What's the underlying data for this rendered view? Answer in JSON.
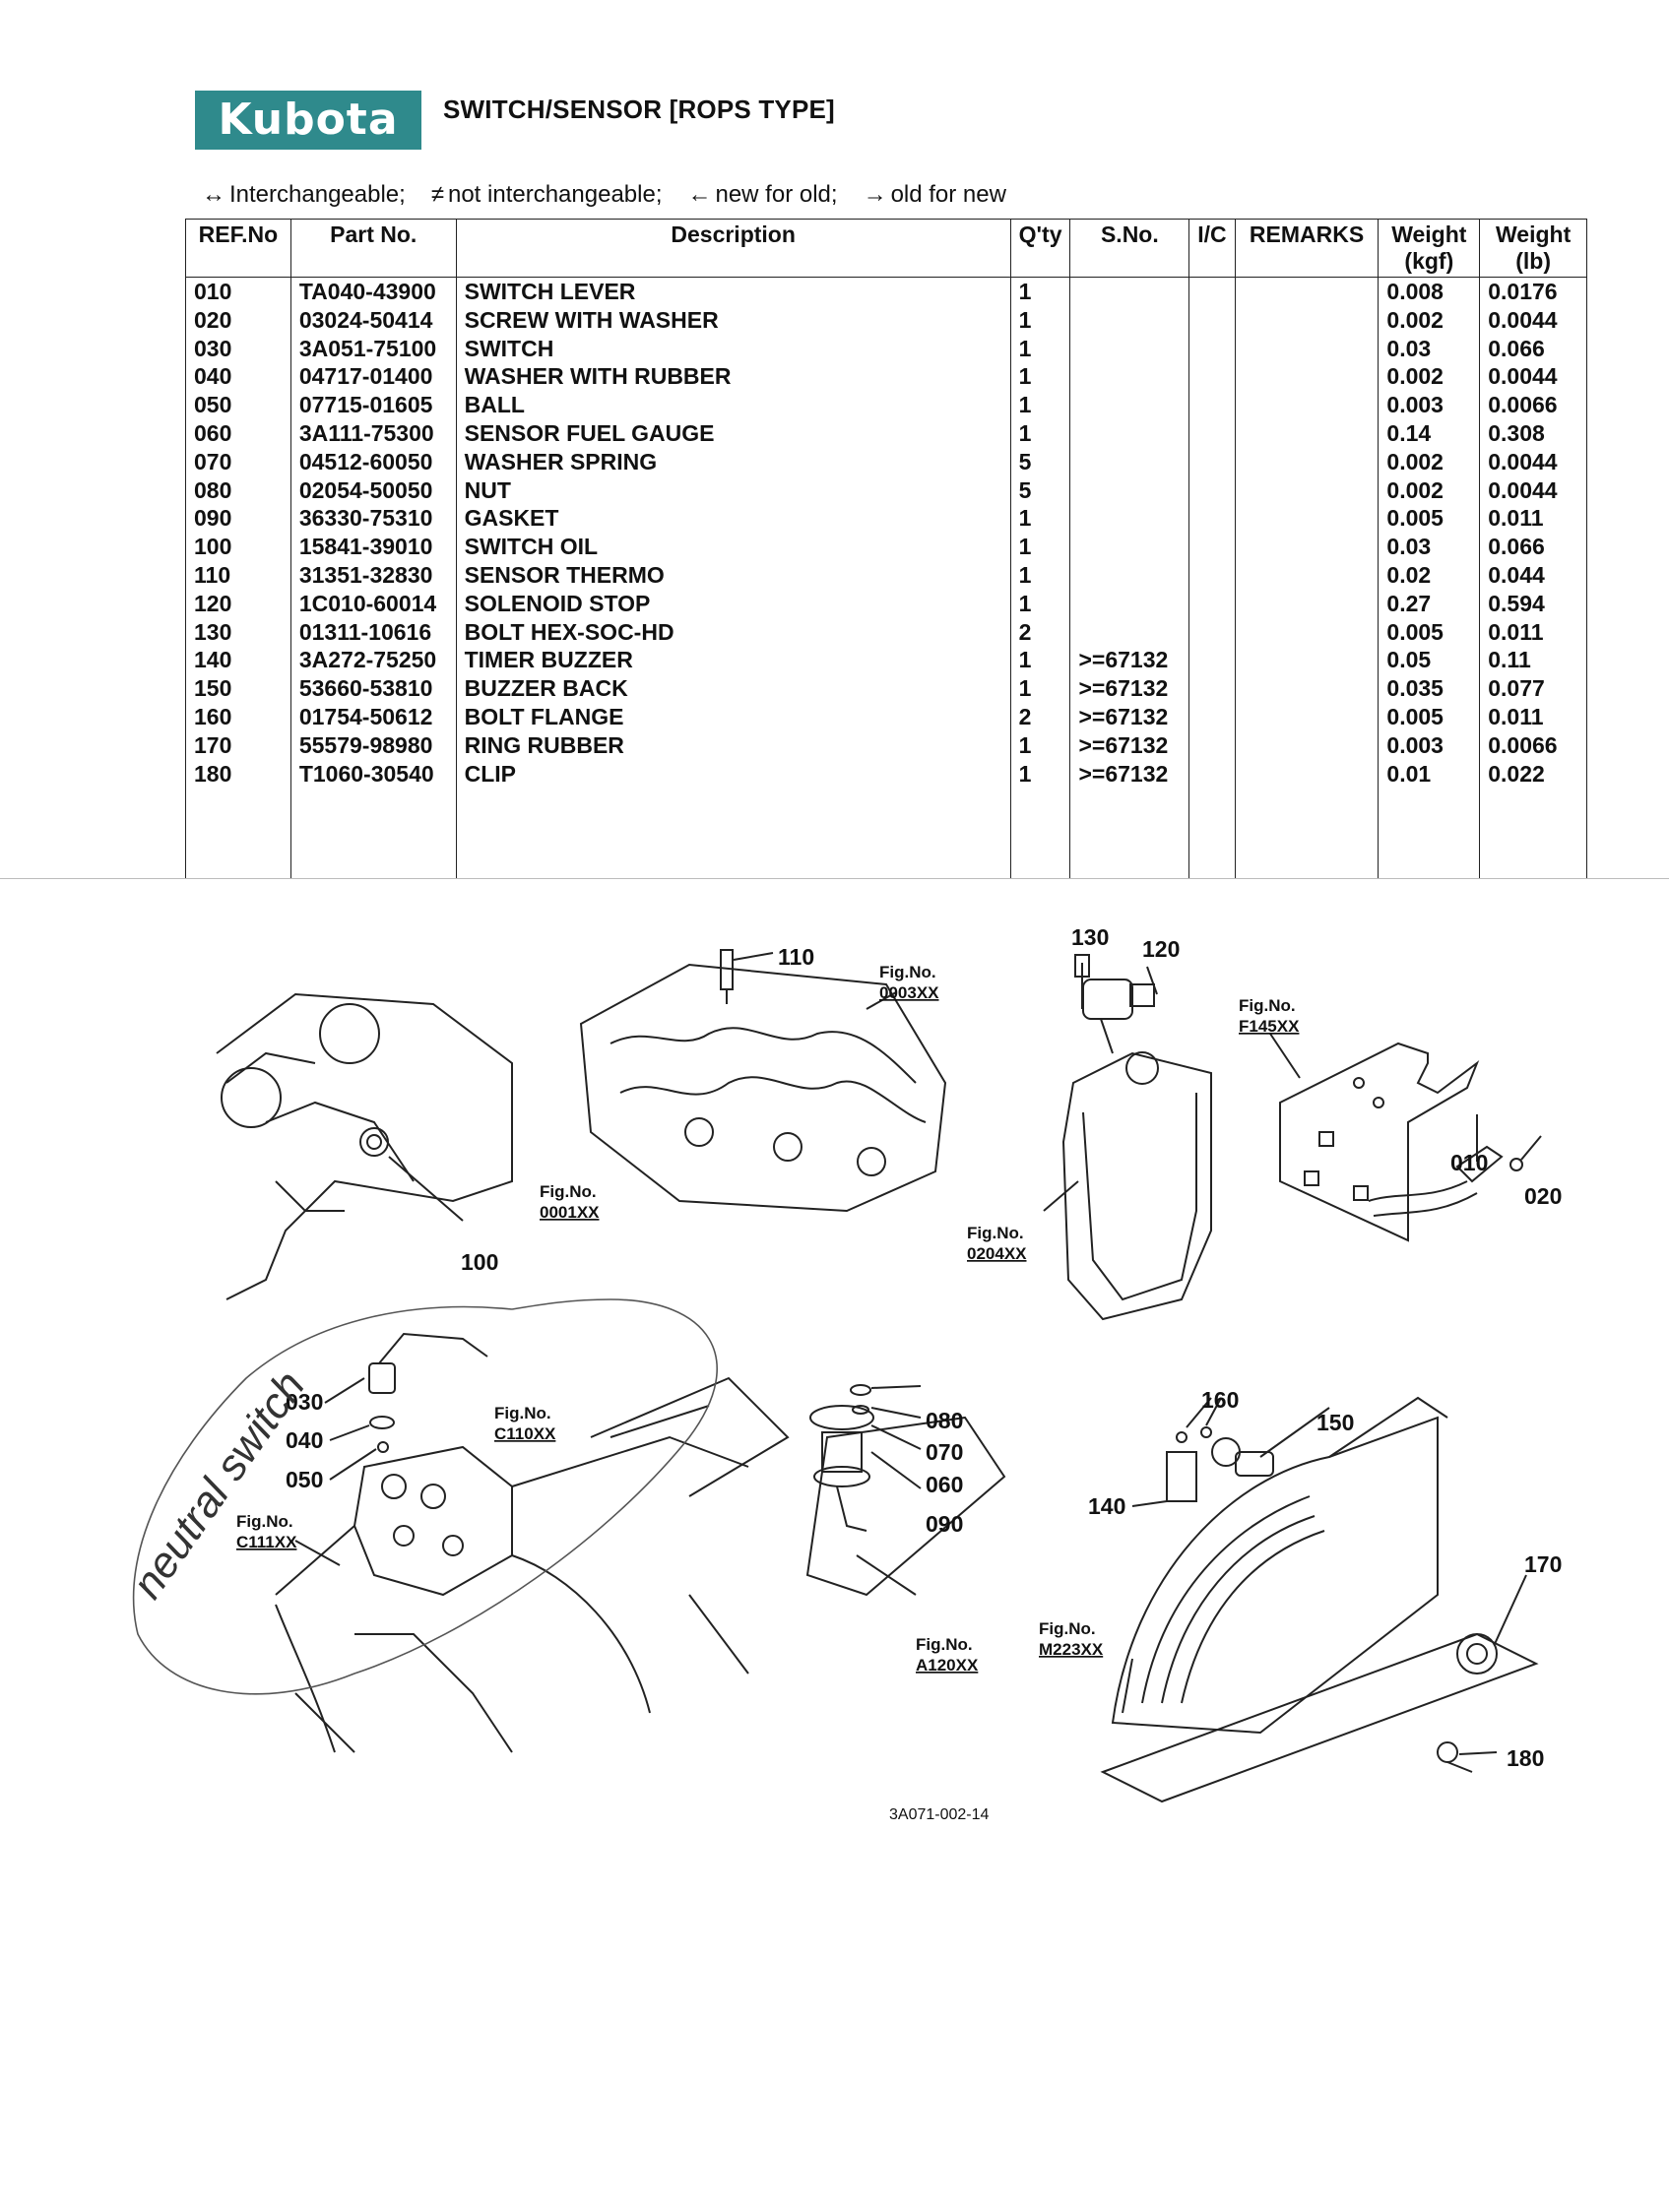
{
  "header": {
    "logo_text": "Kubota",
    "title": "SWITCH/SENSOR [ROPS TYPE]"
  },
  "legend": [
    {
      "symbol": "↔",
      "text": "Interchangeable;"
    },
    {
      "symbol": "≠",
      "text": "not interchangeable;"
    },
    {
      "symbol": "←",
      "text": "new for old;"
    },
    {
      "symbol": "→",
      "text": "old for new"
    }
  ],
  "table": {
    "columns": [
      "REF.No",
      "Part No.",
      "Description",
      "Q'ty",
      "S.No.",
      "I/C",
      "REMARKS",
      "Weight (kgf)",
      "Weight (lb)"
    ],
    "rows": [
      [
        "010",
        "TA040-43900",
        "SWITCH LEVER",
        "1",
        "",
        "",
        "",
        "0.008",
        "0.0176"
      ],
      [
        "020",
        "03024-50414",
        "SCREW WITH WASHER",
        "1",
        "",
        "",
        "",
        "0.002",
        "0.0044"
      ],
      [
        "030",
        "3A051-75100",
        "SWITCH",
        "1",
        "",
        "",
        "",
        "0.03",
        "0.066"
      ],
      [
        "040",
        "04717-01400",
        "WASHER WITH RUBBER",
        "1",
        "",
        "",
        "",
        "0.002",
        "0.0044"
      ],
      [
        "050",
        "07715-01605",
        "BALL",
        "1",
        "",
        "",
        "",
        "0.003",
        "0.0066"
      ],
      [
        "060",
        "3A111-75300",
        "SENSOR FUEL GAUGE",
        "1",
        "",
        "",
        "",
        "0.14",
        "0.308"
      ],
      [
        "070",
        "04512-60050",
        "WASHER SPRING",
        "5",
        "",
        "",
        "",
        "0.002",
        "0.0044"
      ],
      [
        "080",
        "02054-50050",
        "NUT",
        "5",
        "",
        "",
        "",
        "0.002",
        "0.0044"
      ],
      [
        "090",
        "36330-75310",
        "GASKET",
        "1",
        "",
        "",
        "",
        "0.005",
        "0.011"
      ],
      [
        "100",
        "15841-39010",
        "SWITCH OIL",
        "1",
        "",
        "",
        "",
        "0.03",
        "0.066"
      ],
      [
        "110",
        "31351-32830",
        "SENSOR THERMO",
        "1",
        "",
        "",
        "",
        "0.02",
        "0.044"
      ],
      [
        "120",
        "1C010-60014",
        "SOLENOID STOP",
        "1",
        "",
        "",
        "",
        "0.27",
        "0.594"
      ],
      [
        "130",
        "01311-10616",
        "BOLT HEX-SOC-HD",
        "2",
        "",
        "",
        "",
        "0.005",
        "0.011"
      ],
      [
        "140",
        "3A272-75250",
        "TIMER BUZZER",
        "1",
        ">=67132",
        "",
        "",
        "0.05",
        "0.11"
      ],
      [
        "150",
        "53660-53810",
        "BUZZER BACK",
        "1",
        ">=67132",
        "",
        "",
        "0.035",
        "0.077"
      ],
      [
        "160",
        "01754-50612",
        "BOLT FLANGE",
        "2",
        ">=67132",
        "",
        "",
        "0.005",
        "0.011"
      ],
      [
        "170",
        "55579-98980",
        "RING RUBBER",
        "1",
        ">=67132",
        "",
        "",
        "0.003",
        "0.0066"
      ],
      [
        "180",
        "T1060-30540",
        "CLIP",
        "1",
        ">=67132",
        "",
        "",
        "0.01",
        "0.022"
      ]
    ]
  },
  "diagram": {
    "callouts": {
      "c110": "110",
      "c130": "130",
      "c120": "120",
      "c100": "100",
      "c010": "010",
      "c020": "020",
      "c030": "030",
      "c040": "040",
      "c050": "050",
      "c080": "080",
      "c070": "070",
      "c060": "060",
      "c090": "090",
      "c160": "160",
      "c150": "150",
      "c140": "140",
      "c170": "170",
      "c180": "180"
    },
    "figures": {
      "f0003": {
        "label": "Fig.No.",
        "code": "0003XX"
      },
      "f0001": {
        "label": "Fig.No.",
        "code": "0001XX"
      },
      "f0204": {
        "label": "Fig.No.",
        "code": "0204XX"
      },
      "f145": {
        "label": "Fig.No.",
        "code": "F145XX"
      },
      "f110": {
        "label": "Fig.No.",
        "code": "C110XX"
      },
      "f111": {
        "label": "Fig.No.",
        "code": "C111XX"
      },
      "f120": {
        "label": "Fig.No.",
        "code": "A120XX"
      },
      "f223": {
        "label": "Fig.No.",
        "code": "M223XX"
      }
    },
    "drawing_number": "3A071-002-14",
    "handwritten_note": "neutral switch"
  }
}
